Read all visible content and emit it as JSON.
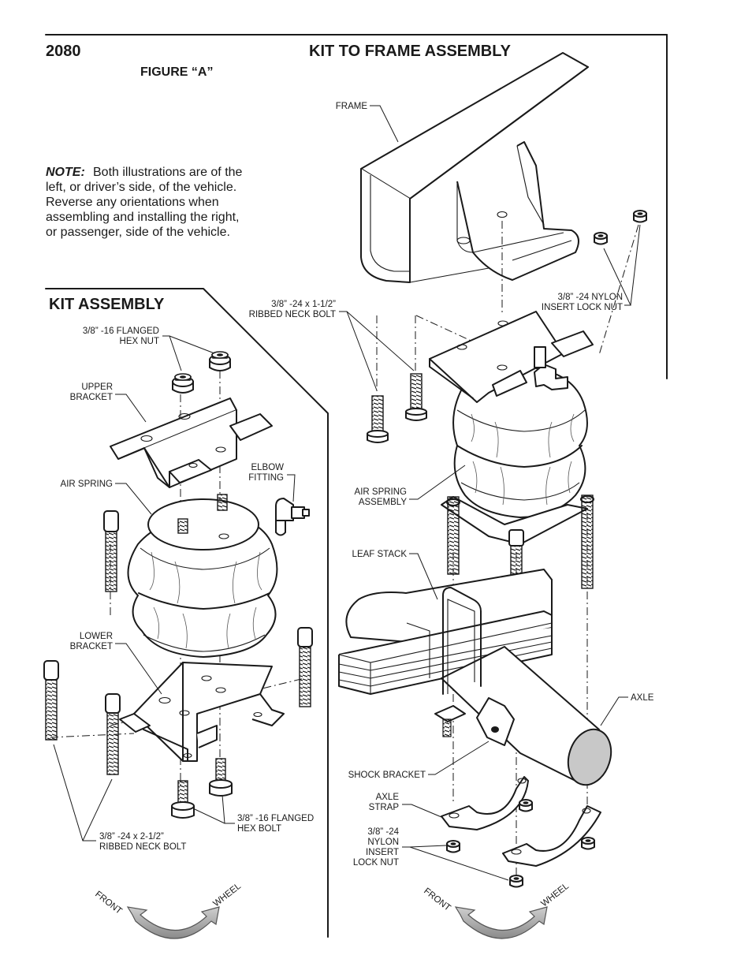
{
  "header": {
    "part_number": "2080",
    "figure_label": "FIGURE “A”",
    "title": "KIT TO FRAME ASSEMBLY"
  },
  "note": {
    "label": "NOTE:",
    "lines": [
      "Both illustrations are of the",
      "left, or driver’s side, of the vehicle.",
      "Reverse any orientations when",
      "assembling and installing the right,",
      "or passenger, side of the vehicle."
    ]
  },
  "kit_assembly": {
    "title": "KIT ASSEMBLY",
    "labels": {
      "flanged_hex_nut": [
        "3/8” -16 FLANGED",
        "HEX NUT"
      ],
      "upper_bracket": [
        "UPPER",
        "BRACKET"
      ],
      "elbow_fitting": [
        "ELBOW",
        "FITTING"
      ],
      "air_spring": [
        "AIR SPRING"
      ],
      "lower_bracket": [
        "LOWER",
        "BRACKET"
      ],
      "flanged_hex_bolt": [
        "3/8” -16 FLANGED",
        "HEX BOLT"
      ],
      "ribbed_neck_bolt": [
        "3/8” -24 x 2-1/2”",
        "RIBBED NECK BOLT"
      ]
    },
    "orientation": {
      "front": "FRONT",
      "wheel": "WHEEL"
    }
  },
  "frame_assembly": {
    "labels": {
      "frame": [
        "FRAME"
      ],
      "ribbed_neck_bolt": [
        "3/8” -24 x 1-1/2”",
        "RIBBED NECK BOLT"
      ],
      "nylon_lock_nut_top": [
        "3/8” -24 NYLON",
        "INSERT LOCK NUT"
      ],
      "air_spring_assembly": [
        "AIR SPRING",
        "ASSEMBLY"
      ],
      "leaf_stack": [
        "LEAF STACK"
      ],
      "axle": [
        "AXLE"
      ],
      "shock_bracket": [
        "SHOCK BRACKET"
      ],
      "axle_strap": [
        "AXLE",
        "STRAP"
      ],
      "nylon_lock_nut_bottom": [
        "3/8” -24",
        "NYLON",
        "INSERT",
        "LOCK NUT"
      ]
    },
    "orientation": {
      "front": "FRONT",
      "wheel": "WHEEL"
    }
  },
  "colors": {
    "ink": "#1a1a1a",
    "axle_end": "#c8c8c8",
    "arrow": "#9a9a9a"
  }
}
